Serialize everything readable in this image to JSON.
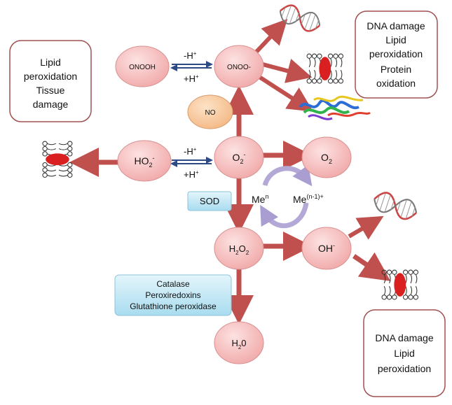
{
  "species": {
    "onooh": "ONOOH",
    "onoo": "ONOO-",
    "no": "NO",
    "ho2": {
      "base": "HO",
      "sub": "2",
      "sup": "-"
    },
    "o2_radical": {
      "base": "O",
      "sub": "2",
      "sup": "-"
    },
    "o2": {
      "base": "O",
      "sub": "2"
    },
    "h2o2": {
      "base": "H",
      "sub1": "2",
      "mid": "O",
      "sub2": "2"
    },
    "oh": {
      "base": "OH",
      "sup": "-"
    },
    "h2o": {
      "base": "H",
      "sub": "2",
      "tail": "0"
    }
  },
  "equilibria": {
    "top": {
      "minus_h": "-H",
      "plus_h": "+H",
      "sup": "+"
    },
    "middle": {
      "minus_h": "-H",
      "plus_h": "+H",
      "sup": "+"
    }
  },
  "metal_cycle": {
    "left": {
      "base": "Me",
      "sup": "n"
    },
    "right": {
      "base": "Me",
      "sup": "(n-1)+"
    }
  },
  "enzymes": {
    "sod": "SOD",
    "h2o2_removal": [
      "Catalase",
      "Peroxiredoxins",
      "Glutathione peroxidase"
    ]
  },
  "damage_boxes": {
    "left": [
      "Lipid",
      "peroxidation",
      "Tissue",
      "damage"
    ],
    "top_right": [
      "DNA damage",
      "Lipid",
      "peroxidation",
      "Protein",
      "oxidation"
    ],
    "bottom_right": [
      "DNA damage",
      "Lipid",
      "peroxidation"
    ]
  },
  "icons": {
    "dna": "dna-helix-icon",
    "membrane": "lipid-membrane-icon",
    "protein": "protein-ribbon-icon"
  },
  "colors": {
    "node_fill": "#f4b9b9",
    "node_stroke": "#d89090",
    "no_fill": "#f7c79a",
    "enzyme_fill": "#bfe6f4",
    "arrow_red": "#c0504d",
    "arrow_blue": "#2e4a85",
    "box_border": "#a05050",
    "cycle_arrow": "#b3a8d6"
  }
}
